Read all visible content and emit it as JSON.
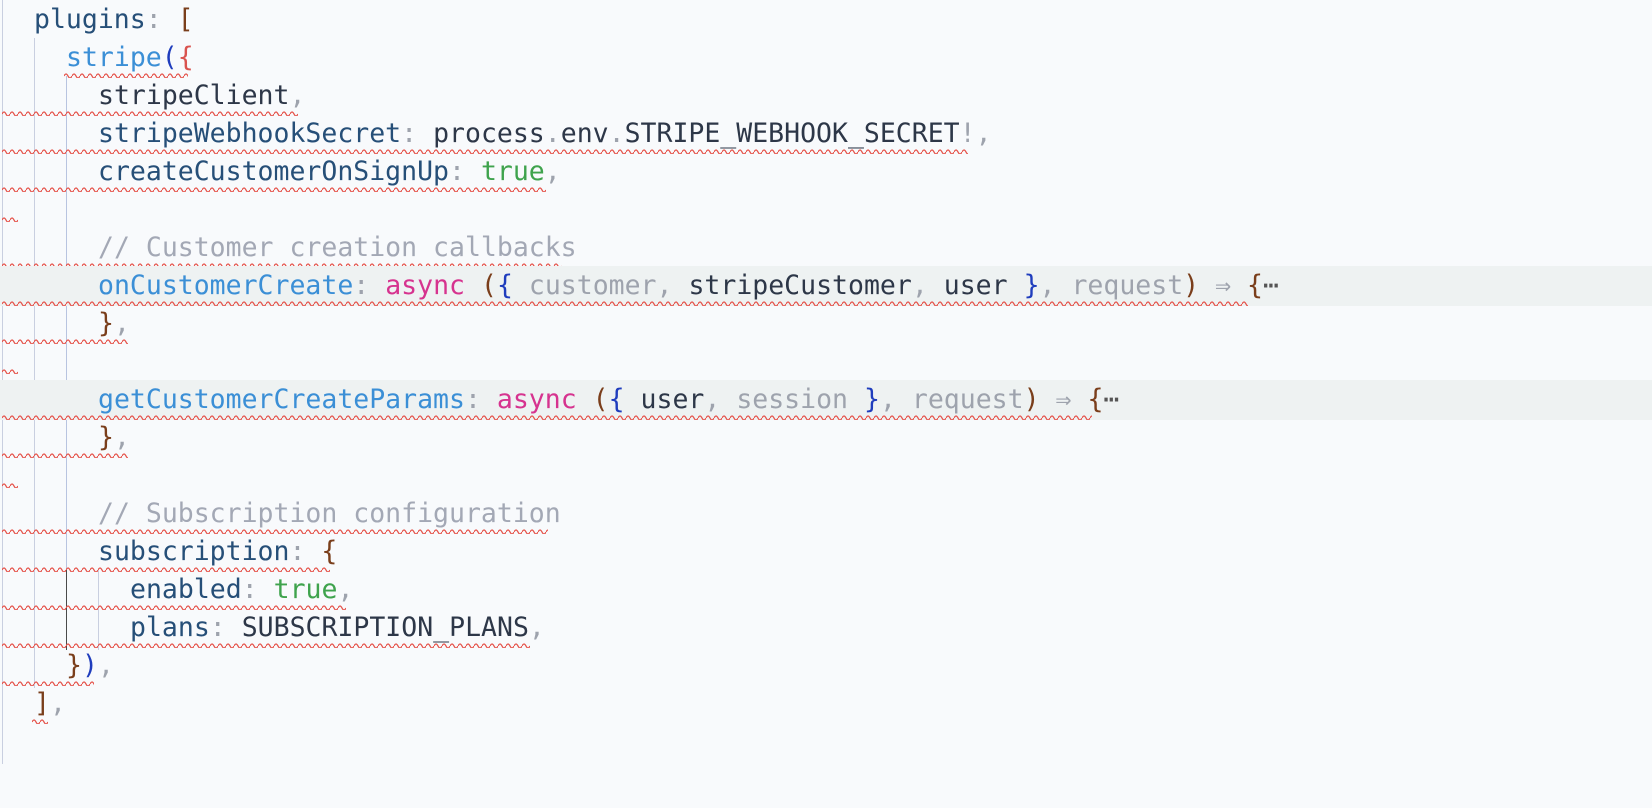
{
  "lines": {
    "l1": {
      "prop": "plugins",
      "colon": ":",
      "open": "["
    },
    "l2": {
      "fn": "stripe",
      "paren": "(",
      "brace": "{"
    },
    "l3": {
      "prop": "stripeClient",
      "comma": ","
    },
    "l4": {
      "prop": "stripeWebhookSecret",
      "colon": ":",
      "obj": "process",
      "dot1": ".",
      "env": "env",
      "dot2": ".",
      "const": "STRIPE_WEBHOOK_SECRET",
      "bang": "!",
      "comma": ","
    },
    "l5": {
      "prop": "createCustomerOnSignUp",
      "colon": ":",
      "value": "true",
      "comma": ","
    },
    "l7": {
      "comment": "// Customer creation callbacks"
    },
    "l8": {
      "prop": "onCustomerCreate",
      "colon": ":",
      "kw": "async",
      "p1": "(",
      "b1": "{",
      "a1": "customer",
      "c1": ",",
      "a2": "stripeCustomer",
      "c2": ",",
      "a3": "user",
      "b2": "}",
      "c3": ",",
      "a4": "request",
      "p2": ")",
      "arrow": "⇒",
      "open": "{",
      "ellipsis": "⋯"
    },
    "l9": {
      "close": "}",
      "comma": ","
    },
    "l11": {
      "prop": "getCustomerCreateParams",
      "colon": ":",
      "kw": "async",
      "p1": "(",
      "b1": "{",
      "a1": "user",
      "c1": ",",
      "a2": "session",
      "b2": "}",
      "c2": ",",
      "a3": "request",
      "p2": ")",
      "arrow": "⇒",
      "open": "{",
      "ellipsis": "⋯"
    },
    "l12": {
      "close": "}",
      "comma": ","
    },
    "l14": {
      "comment": "// Subscription configuration"
    },
    "l15": {
      "prop": "subscription",
      "colon": ":",
      "open": "{"
    },
    "l16": {
      "prop": "enabled",
      "colon": ":",
      "value": "true",
      "comma": ","
    },
    "l17": {
      "prop": "plans",
      "colon": ":",
      "value": "SUBSCRIPTION_PLANS",
      "comma": ","
    },
    "l18": {
      "brace": "}",
      "paren": ")",
      "comma": ","
    },
    "l19": {
      "close": "]",
      "comma": ","
    }
  },
  "colors": {
    "background": "#f8fafc",
    "property": "#264f78",
    "function": "#3b8fd6",
    "keyword": "#d6338f",
    "boolean": "#3fa34d",
    "comment": "#a3a8b5",
    "error_squiggle": "#e5534b"
  }
}
